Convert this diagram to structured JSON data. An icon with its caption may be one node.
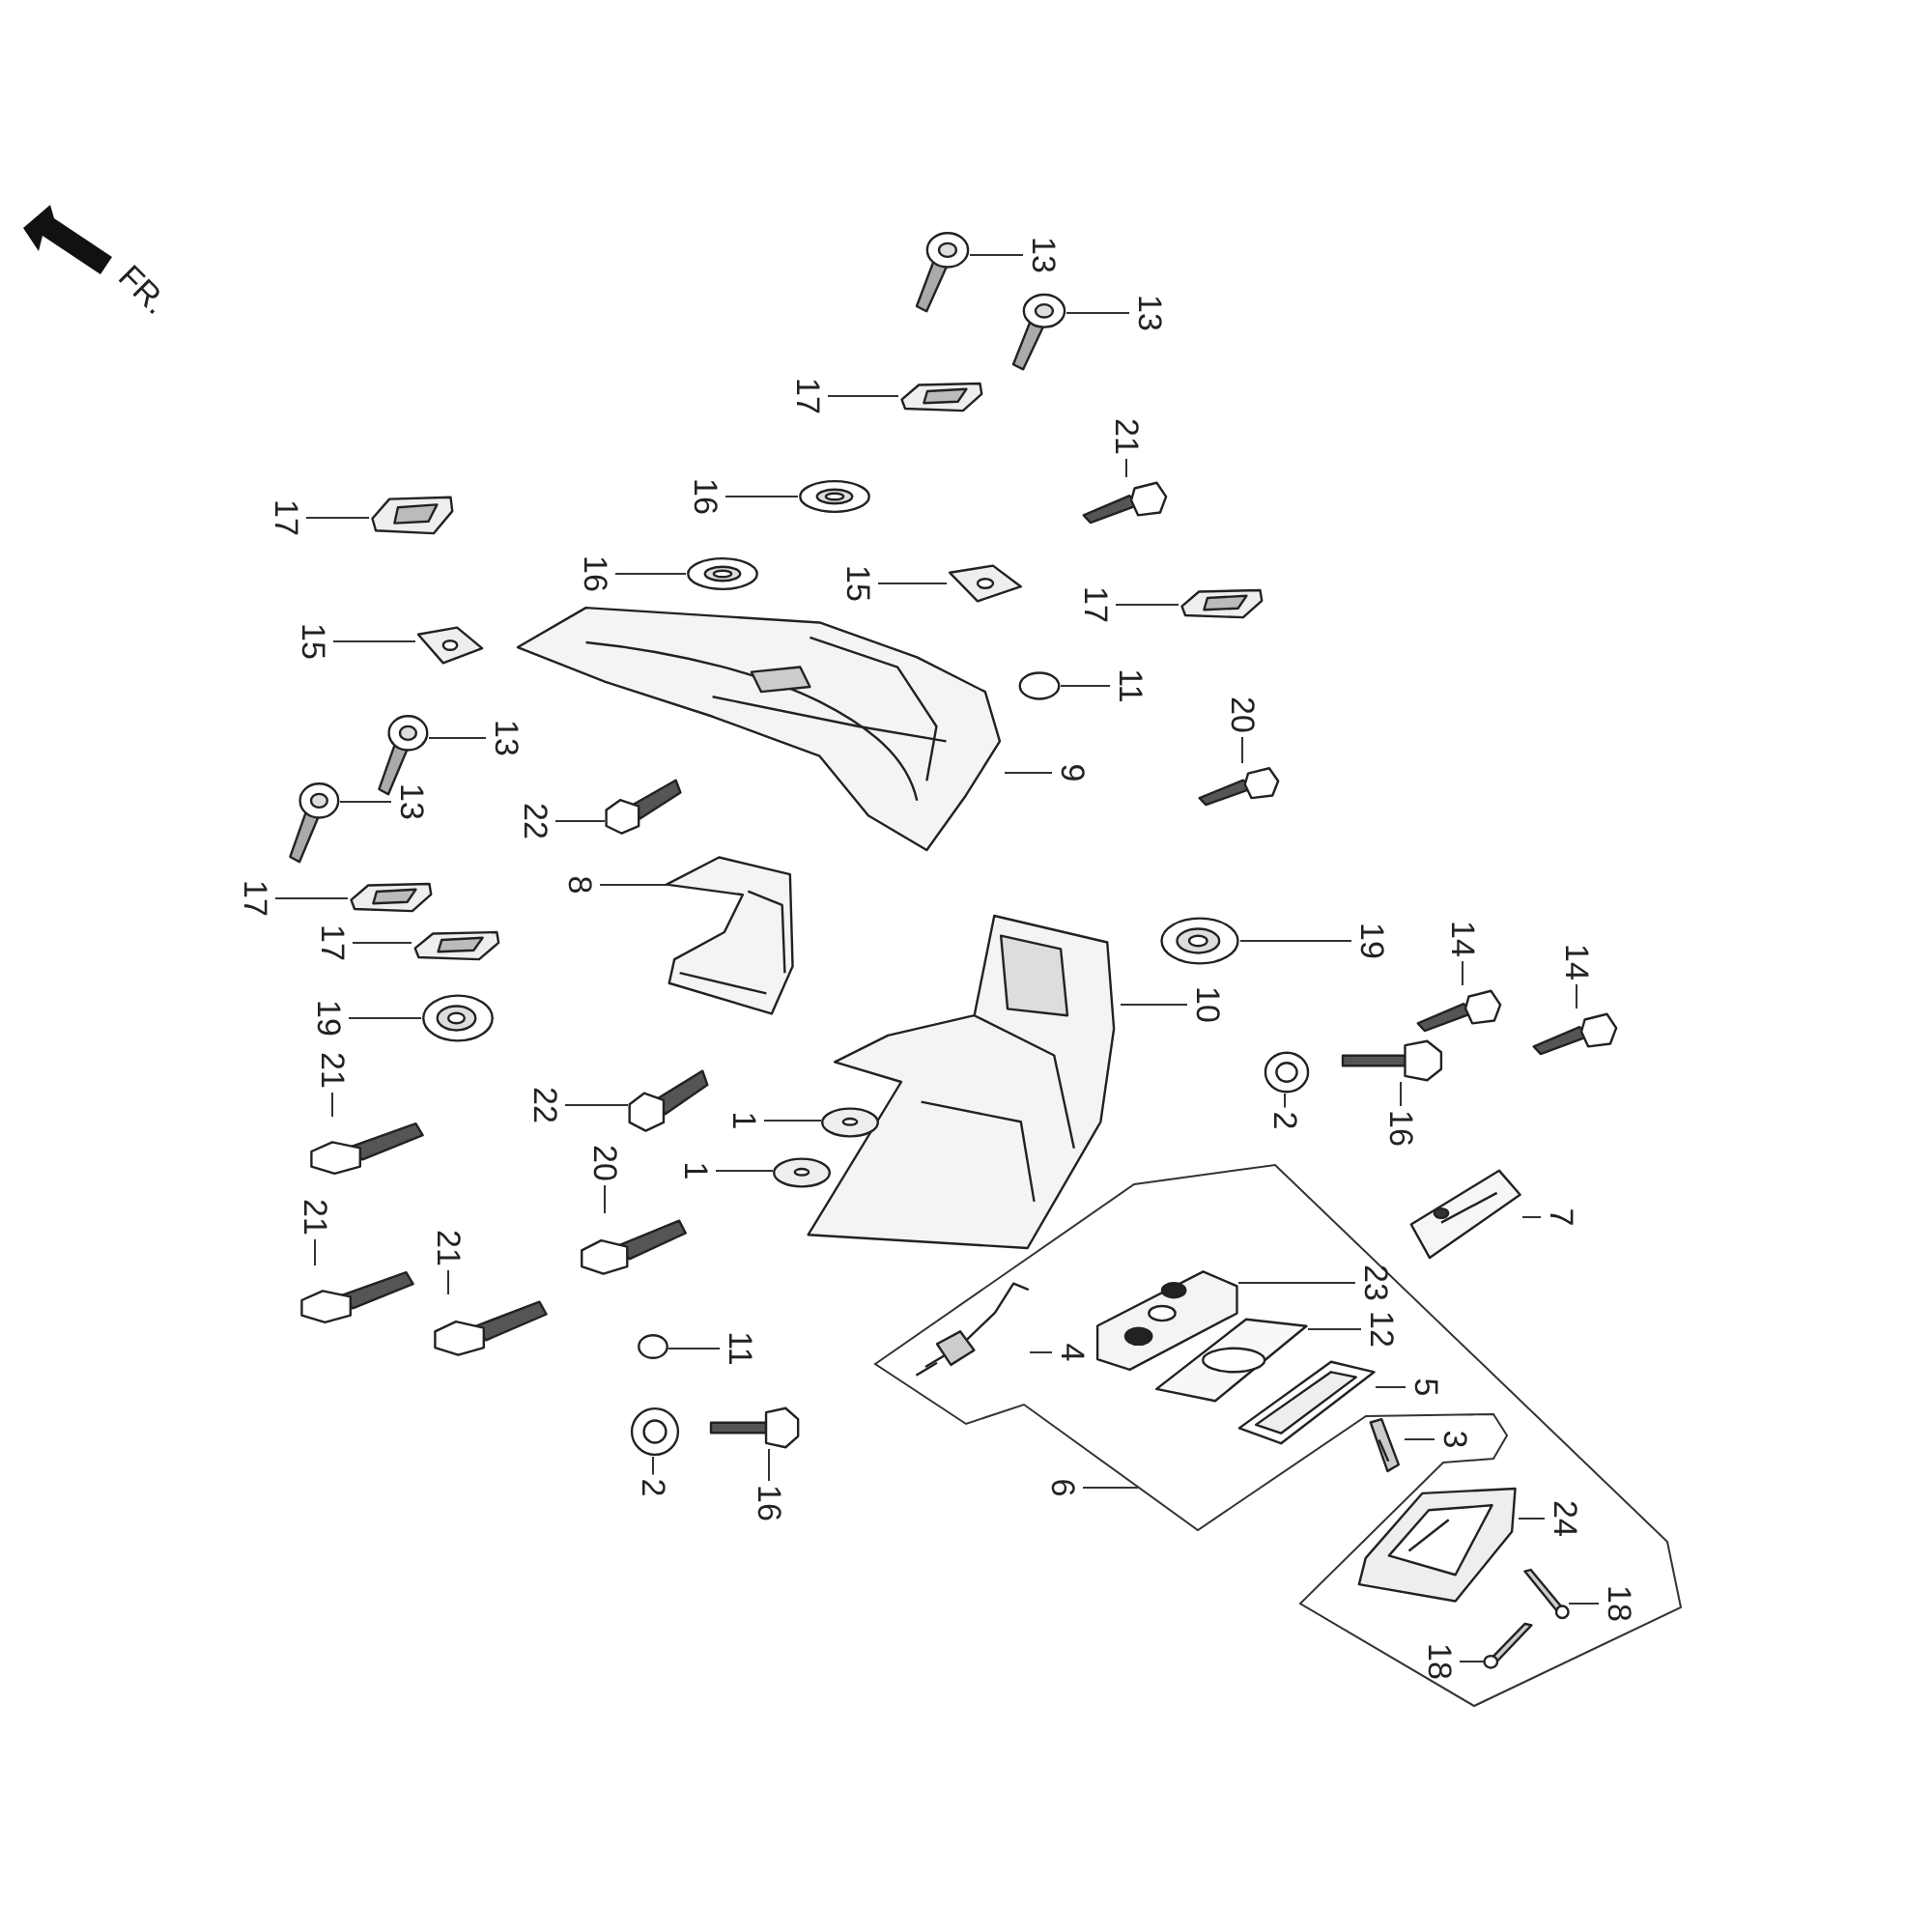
{
  "diagram": {
    "nodes": [
      {
        "text": [
          "13"
        ]
      },
      {
        "text": [],
        "shape": "picture"
      },
      {
        "text": [
          "13"
        ]
      },
      {
        "text": [],
        "shape": "picture"
      },
      {
        "text": [
          "17"
        ]
      },
      {
        "text": [],
        "shape": "picture"
      },
      {
        "text": [
          "21"
        ]
      },
      {
        "text": [],
        "shape": "picture"
      },
      {
        "text": [
          "17"
        ]
      },
      {
        "text": [],
        "shape": "picture"
      },
      {
        "text": [
          "16"
        ]
      },
      {
        "text": [],
        "shape": "picture"
      },
      {
        "text": [
          "16"
        ]
      },
      {
        "text": [],
        "shape": "picture"
      },
      {
        "text": [
          "15"
        ]
      },
      {
        "text": [],
        "shape": "picture"
      },
      {
        "text": [
          "17"
        ]
      },
      {
        "text": [],
        "shape": "picture"
      },
      {
        "text": [
          "15"
        ]
      },
      {
        "text": [],
        "shape": "picture"
      },
      {
        "text": [
          "11"
        ]
      },
      {
        "text": [],
        "shape": "circle"
      },
      {
        "text": [
          "13"
        ]
      },
      {
        "text": [],
        "shape": "picture"
      },
      {
        "text": [
          "9"
        ]
      },
      {
        "text": [],
        "shape": "picture"
      },
      {
        "text": [
          "20"
        ]
      },
      {
        "text": [],
        "shape": "picture"
      },
      {
        "text": [
          "13"
        ]
      },
      {
        "text": [],
        "shape": "picture"
      },
      {
        "text": [
          "22"
        ]
      },
      {
        "text": [],
        "shape": "picture"
      },
      {
        "text": [
          "8"
        ]
      },
      {
        "text": [],
        "shape": "picture"
      },
      {
        "text": [
          "17"
        ]
      },
      {
        "text": [],
        "shape": "picture"
      },
      {
        "text": [
          "17"
        ]
      },
      {
        "text": [],
        "shape": "picture"
      },
      {
        "text": [
          "19"
        ]
      },
      {
        "text": [],
        "shape": "picture"
      },
      {
        "text": [
          "19"
        ]
      },
      {
        "text": [],
        "shape": "picture"
      },
      {
        "text": [
          "10"
        ]
      },
      {
        "text": [],
        "shape": "picture"
      },
      {
        "text": [
          "14"
        ]
      },
      {
        "text": [],
        "shape": "picture"
      },
      {
        "text": [
          "14"
        ]
      },
      {
        "text": [],
        "shape": "picture"
      },
      {
        "text": [
          "22"
        ]
      },
      {
        "text": [],
        "shape": "picture"
      },
      {
        "text": [
          "1"
        ]
      },
      {
        "text": [],
        "shape": "picture"
      },
      {
        "text": [
          "2"
        ]
      },
      {
        "text": [],
        "shape": "picture"
      },
      {
        "text": [
          "16"
        ]
      },
      {
        "text": [],
        "shape": "picture"
      },
      {
        "text": [
          "1"
        ]
      },
      {
        "text": [],
        "shape": "picture"
      },
      {
        "text": [
          "21"
        ]
      },
      {
        "text": [],
        "shape": "picture"
      },
      {
        "text": [
          "7"
        ]
      },
      {
        "text": [],
        "shape": "picture"
      },
      {
        "text": [
          "20"
        ]
      },
      {
        "text": [],
        "shape": "picture"
      },
      {
        "text": [
          "21"
        ]
      },
      {
        "text": [],
        "shape": "picture"
      },
      {
        "text": [
          "21"
        ]
      },
      {
        "text": [],
        "shape": "picture"
      },
      {
        "text": [
          "23"
        ]
      },
      {
        "text": [],
        "shape": "picture"
      },
      {
        "text": [
          "12"
        ]
      },
      {
        "text": [],
        "shape": "picture"
      },
      {
        "text": [
          "4"
        ]
      },
      {
        "text": [],
        "shape": "picture"
      },
      {
        "text": [
          "5"
        ]
      },
      {
        "text": [],
        "shape": "picture"
      },
      {
        "text": [
          "3"
        ]
      },
      {
        "text": [],
        "shape": "picture"
      },
      {
        "text": [
          "11"
        ]
      },
      {
        "text": [],
        "shape": "circle"
      },
      {
        "text": [
          "2"
        ]
      },
      {
        "text": [],
        "shape": "picture"
      },
      {
        "text": [
          "16"
        ]
      },
      {
        "text": [],
        "shape": "picture"
      },
      {
        "text": [
          "24"
        ]
      },
      {
        "text": [],
        "shape": "picture"
      },
      {
        "text": [
          "18"
        ]
      },
      {
        "text": [],
        "shape": "picture"
      },
      {
        "text": [
          "18"
        ]
      },
      {
        "text": [],
        "shape": "picture"
      },
      {
        "text": [
          "6"
        ]
      }
    ],
    "edges": [
      {
        "from": 0,
        "to": 1,
        "arrow": "none"
      },
      {
        "from": 2,
        "to": 3,
        "arrow": "none"
      },
      {
        "from": 4,
        "to": 5,
        "arrow": "none"
      },
      {
        "from": 6,
        "to": 7,
        "arrow": "none"
      },
      {
        "from": 8,
        "to": 9,
        "arrow": "none"
      },
      {
        "from": 10,
        "to": 11,
        "arrow": "none"
      },
      {
        "from": 12,
        "to": 13,
        "arrow": "none"
      },
      {
        "from": 14,
        "to": 15,
        "arrow": "none"
      },
      {
        "from": 16,
        "to": 17,
        "arrow": "none"
      },
      {
        "from": 18,
        "to": 19,
        "arrow": "none"
      },
      {
        "from": 20,
        "to": 21,
        "arrow": "none"
      },
      {
        "from": 22,
        "to": 23,
        "arrow": "none"
      },
      {
        "from": 24,
        "to": 25,
        "arrow": "none"
      },
      {
        "from": 26,
        "to": 27,
        "arrow": "none"
      },
      {
        "from": 28,
        "to": 29,
        "arrow": "none"
      },
      {
        "from": 30,
        "to": 31,
        "arrow": "none"
      },
      {
        "from": 32,
        "to": 33,
        "arrow": "none"
      },
      {
        "from": 34,
        "to": 35,
        "arrow": "none"
      },
      {
        "from": 36,
        "to": 37,
        "arrow": "none"
      },
      {
        "from": 38,
        "to": 39,
        "arrow": "none"
      },
      {
        "from": 40,
        "to": 41,
        "arrow": "none"
      },
      {
        "from": 42,
        "to": 43,
        "arrow": "none"
      },
      {
        "from": 44,
        "to": 45,
        "arrow": "none"
      },
      {
        "from": 46,
        "to": 47,
        "arrow": "none"
      },
      {
        "from": 48,
        "to": 49,
        "arrow": "none"
      },
      {
        "from": 50,
        "to": 51,
        "arrow": "none"
      },
      {
        "from": 52,
        "to": 53,
        "arrow": "none"
      },
      {
        "from": 54,
        "to": 55,
        "arrow": "none"
      },
      {
        "from": 56,
        "to": 57,
        "arrow": "none"
      },
      {
        "from": 58,
        "to": 59,
        "arrow": "none"
      },
      {
        "from": 60,
        "to": 61,
        "arrow": "none"
      },
      {
        "from": 62,
        "to": 63,
        "arrow": "none"
      },
      {
        "from": 64,
        "to": 65,
        "arrow": "none"
      },
      {
        "from": 66,
        "to": 67,
        "arrow": "none"
      },
      {
        "from": 68,
        "to": 69,
        "arrow": "none"
      },
      {
        "from": 70,
        "to": 71,
        "arrow": "none"
      },
      {
        "from": 72,
        "to": 73,
        "arrow": "none"
      },
      {
        "from": 74,
        "to": 75,
        "arrow": "none"
      },
      {
        "from": 76,
        "to": 77,
        "arrow": "none"
      },
      {
        "from": 78,
        "to": 79,
        "arrow": "none"
      },
      {
        "from": 80,
        "to": 81,
        "arrow": "none"
      },
      {
        "from": 82,
        "to": 83,
        "arrow": "none"
      },
      {
        "from": 84,
        "to": 85,
        "arrow": "none"
      },
      {
        "from": 86,
        "to": 87,
        "arrow": "none"
      },
      {
        "from": 88,
        "to": 89,
        "arrow": "none"
      },
      {
        "from": 90,
        "to": null,
        "arrow": "none"
      }
    ],
    "labels": [
      "FR."
    ]
  }
}
